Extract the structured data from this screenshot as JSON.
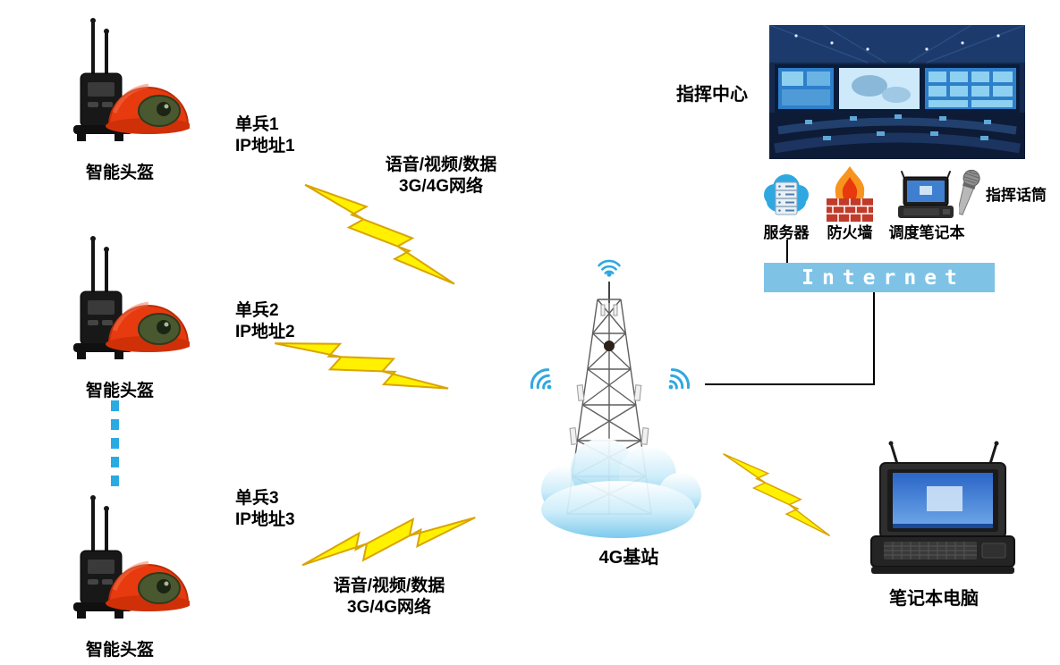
{
  "diagram": {
    "helmets": [
      {
        "label": "智能头盔"
      },
      {
        "label": "智能头盔"
      },
      {
        "label": "智能头盔"
      }
    ],
    "soldiers": [
      {
        "line1": "单兵1",
        "line2": "IP地址1"
      },
      {
        "line1": "单兵2",
        "line2": "IP地址2"
      },
      {
        "line1": "单兵3",
        "line2": "IP地址3"
      }
    ],
    "notes": {
      "top": {
        "line1": "语音/视频/数据",
        "line2": "3G/4G网络"
      },
      "bottom": {
        "line1": "语音/视频/数据",
        "line2": "3G/4G网络"
      }
    },
    "base_station": {
      "label": "4G基站"
    },
    "command_center": {
      "label": "指挥中心"
    },
    "equipment": {
      "server": "服务器",
      "firewall": "防火墙",
      "dispatch_laptop": "调度笔记本",
      "microphone": "指挥话筒"
    },
    "internet": {
      "label": "Internet"
    },
    "laptop": {
      "label": "笔记本电脑"
    },
    "colors": {
      "lightning_fill": "#FFF100",
      "lightning_outline": "#D9A400",
      "internet_bar": "#7EC3E6",
      "dashed_link": "#29ABE2",
      "wifi_blue": "#2FA8E1",
      "helmet_red": "#E8380D"
    }
  }
}
